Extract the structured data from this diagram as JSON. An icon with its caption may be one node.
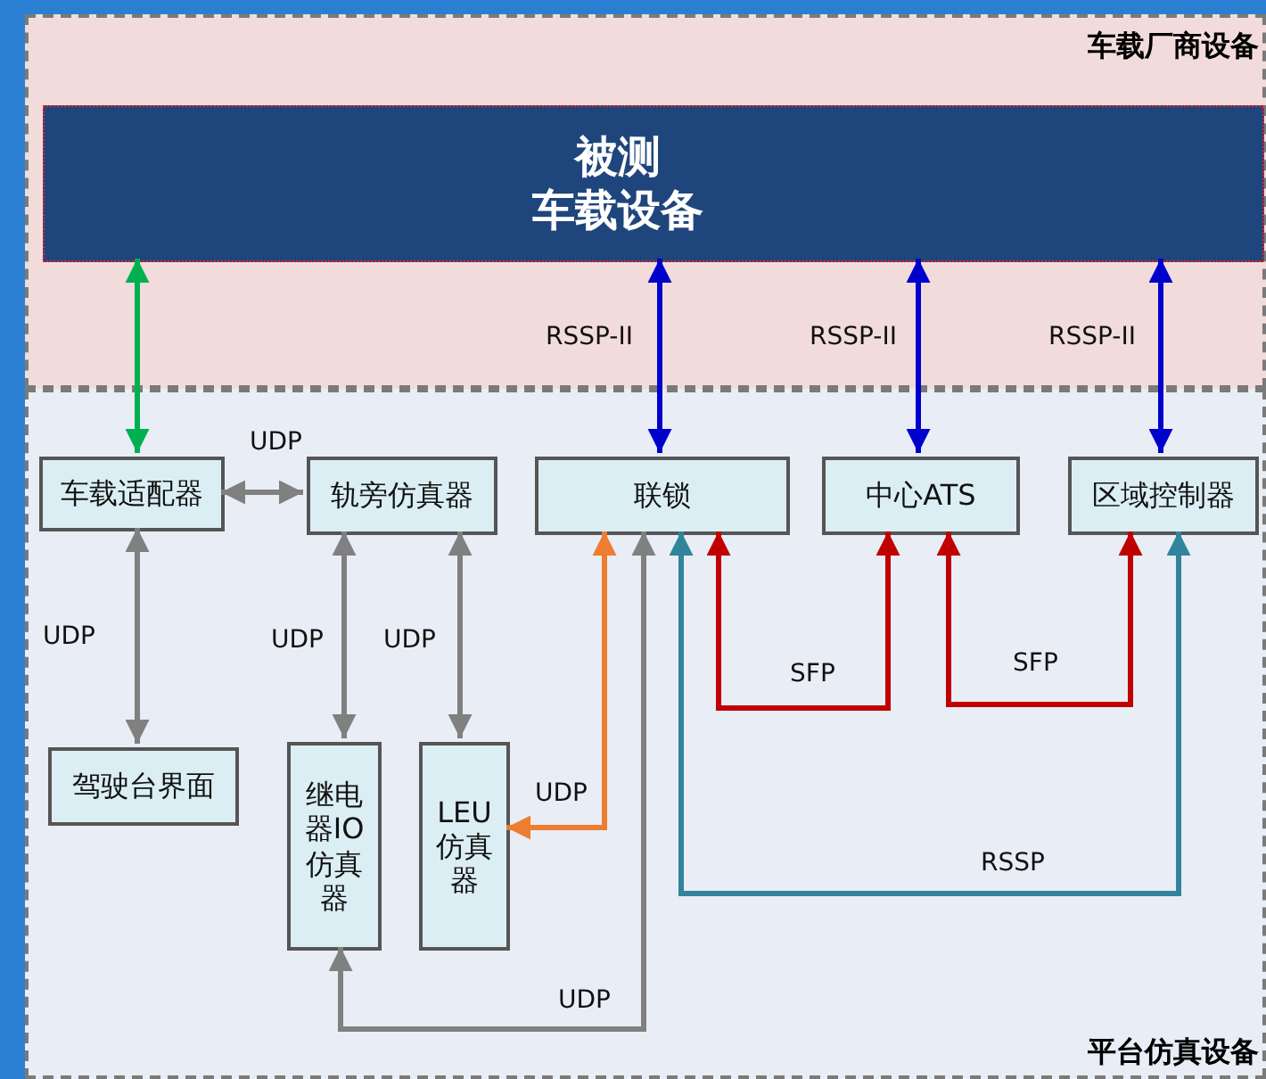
{
  "diagram": {
    "nodes": [
      {
        "text": [
          "车载厂商设备"
        ]
      },
      {
        "text": [
          "被测",
          "车载设备"
        ],
        "in": 0
      },
      {
        "text": [
          "平台仿真设备"
        ]
      },
      {
        "text": [
          "车载适配器"
        ],
        "in": 2
      },
      {
        "text": [
          "轨旁仿真器"
        ],
        "in": 2
      },
      {
        "text": [
          "联锁"
        ],
        "in": 2
      },
      {
        "text": [
          "中心ATS"
        ],
        "in": 2
      },
      {
        "text": [
          "区域控制器"
        ],
        "in": 2
      },
      {
        "text": [
          "驾驶台界面"
        ],
        "in": 2
      },
      {
        "text": [
          "继电器IO仿真器"
        ],
        "in": 2
      },
      {
        "text": [
          "LEU仿真器"
        ],
        "in": 2
      }
    ],
    "edges": [
      {
        "from": 3,
        "to": 1,
        "arrow": "both",
        "color": "#00b050"
      },
      {
        "from": 5,
        "to": 1,
        "arrow": "both",
        "label": "RSSP-II",
        "color": "#0000cc"
      },
      {
        "from": 6,
        "to": 1,
        "arrow": "both",
        "label": "RSSP-II",
        "color": "#0000cc"
      },
      {
        "from": 7,
        "to": 1,
        "arrow": "both",
        "label": "RSSP-II",
        "color": "#0000cc"
      },
      {
        "from": 3,
        "to": 4,
        "arrow": "both",
        "label": "UDP"
      },
      {
        "from": 3,
        "to": 8,
        "arrow": "both",
        "label": "UDP"
      },
      {
        "from": 4,
        "to": 9,
        "arrow": "both",
        "label": "UDP"
      },
      {
        "from": 4,
        "to": 10,
        "arrow": "both",
        "label": "UDP"
      },
      {
        "from": 5,
        "to": 10,
        "arrow": "both",
        "label": "UDP",
        "color": "#ed7d31"
      },
      {
        "from": 9,
        "to": 5,
        "arrow": "both",
        "label": "UDP"
      },
      {
        "from": 5,
        "to": 6,
        "arrow": "both",
        "label": "SFP",
        "color": "#c00000"
      },
      {
        "from": 6,
        "to": 7,
        "arrow": "both",
        "label": "SFP",
        "color": "#c00000"
      },
      {
        "from": 5,
        "to": 7,
        "arrow": "both",
        "label": "RSSP",
        "color": "#31849b"
      }
    ]
  }
}
